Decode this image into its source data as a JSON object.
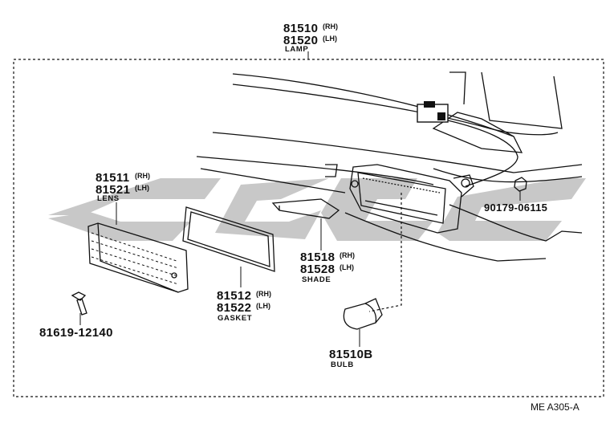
{
  "lamp": {
    "code_rh": "81510",
    "tag_rh": "(RH)",
    "code_lh": "81520",
    "tag_lh": "(LH)",
    "name": "LAMP"
  },
  "lens": {
    "code_rh": "81511",
    "tag_rh": "(RH)",
    "code_lh": "81521",
    "tag_lh": "(LH)",
    "name": "LENS"
  },
  "shade": {
    "code_rh": "81518",
    "tag_rh": "(RH)",
    "code_lh": "81528",
    "tag_lh": "(LH)",
    "name": "SHADE"
  },
  "gasket": {
    "code_rh": "81512",
    "tag_rh": "(RH)",
    "code_lh": "81522",
    "tag_lh": "(LH)",
    "name": "GASKET"
  },
  "bulb": {
    "code": "81510B",
    "name": "BULB"
  },
  "screw": {
    "code": "81619-12140"
  },
  "nut": {
    "code": "90179-06115"
  },
  "diagram_id": "ME A305-A",
  "colors": {
    "line": "#111111",
    "watermark": "#c8c8c8"
  }
}
